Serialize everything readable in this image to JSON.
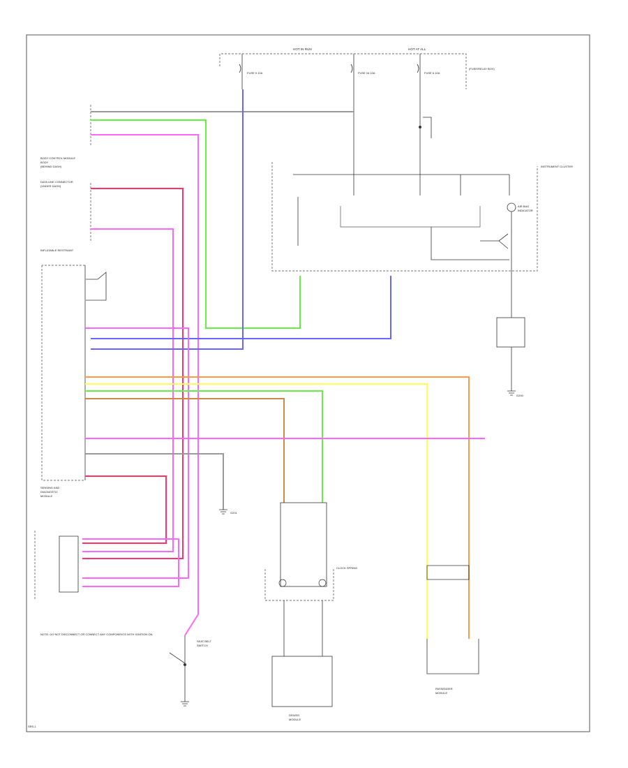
{
  "colors": {
    "pink": "#ff66ff",
    "red": "#ff3366",
    "green": "#66ee44",
    "blue": "#6666ff",
    "orange": "#ff9944",
    "yellow": "#ffff55",
    "brown": "#cc8844",
    "gray": "#999999",
    "frame": "#333333"
  },
  "fuse_box": {
    "left": "HOT IN RUN",
    "right": "HOT AT ALL",
    "note": "(FUSE/RELAY BOX)"
  },
  "fuses": {
    "f1": "FUSE 9 10A",
    "f2": "FUSE 16 10A",
    "f3": "FUSE 6 10A"
  },
  "bcm": {
    "title": "BODY CONTROL MODULE",
    "l1": "BODY",
    "l2": "(BEHIND DASH)"
  },
  "dlc": {
    "title": "DATA LINK CONNECTOR",
    "l1": "(UNDER DASH)"
  },
  "sdm": {
    "title": "INFLATABLE RESTRAINT",
    "l1": "SENSING AND",
    "l2": "DIAGNOSTIC",
    "l3": "MODULE"
  },
  "ipc": {
    "title": "INSTRUMENT CLUSTER"
  },
  "indicator": {
    "l1": "AIR BAG",
    "l2": "INDICATOR"
  },
  "seatbelt": {
    "l1": "SEAT BELT",
    "l2": "SWITCH"
  },
  "ground_1": "G200",
  "ground_2": "G201",
  "driver": {
    "coil": "CLOCK SPRING",
    "l1": "DRIVER",
    "l2": "MODULE"
  },
  "passenger": {
    "l1": "PASSENGER",
    "l2": "MODULE"
  },
  "note": "NOTE: DO NOT DISCONNECT OR CONNECT ANY COMPONENTS WITH IGNITION ON.",
  "corner_id": "SRS-1"
}
